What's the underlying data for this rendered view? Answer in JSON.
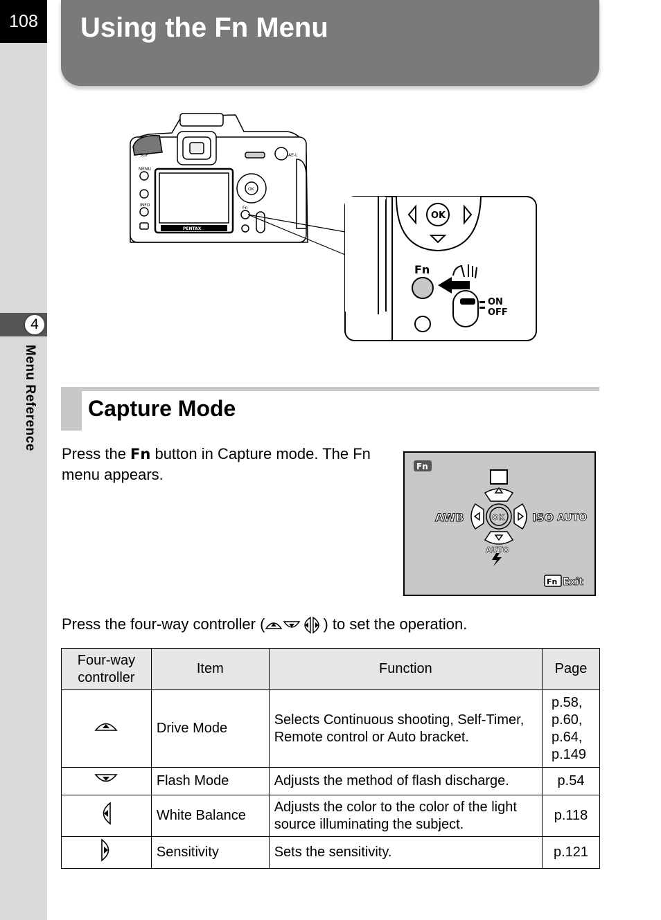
{
  "page_number": "108",
  "chapter": {
    "number": "4",
    "label": "Menu Reference"
  },
  "title": "Using the Fn Menu",
  "illustration": {
    "camera_labels": {
      "menu": "MENU",
      "info": "INFO",
      "fn_small": "Fn",
      "brand": "PENTAX",
      "sup": "SUP",
      "ael": "AE-L",
      "ok_small": "OK"
    },
    "zoom_labels": {
      "ok": "OK",
      "fn": "Fn",
      "on": "ON",
      "off": "OFF"
    }
  },
  "section_title": "Capture Mode",
  "intro": {
    "before": "Press the ",
    "button": "Fn",
    "after": " button in Capture mode. The Fn menu appears."
  },
  "screen": {
    "fn_badge": "Fn",
    "left_label": "AWB",
    "right_label_a": "ISO",
    "right_label_b": "AUTO",
    "ok": "OK",
    "flash_label": "AUTO",
    "exit_badge": "Fn",
    "exit_label": "Exit"
  },
  "instruction": {
    "before": "Press the four-way controller (",
    "after": ") to set the operation."
  },
  "table": {
    "headers": {
      "controller": "Four-way controller",
      "item": "Item",
      "function": "Function",
      "page": "Page"
    },
    "rows": [
      {
        "controller_icon": "up-arrow-icon",
        "item": "Drive Mode",
        "function": "Selects Continuous shooting, Self-Timer, Remote control or Auto bracket.",
        "page": "p.58, p.60, p.64, p.149"
      },
      {
        "controller_icon": "down-arrow-icon",
        "item": "Flash Mode",
        "function": "Adjusts the method of flash discharge.",
        "page": "p.54"
      },
      {
        "controller_icon": "left-arrow-icon",
        "item": "White Balance",
        "function": "Adjusts the color to the color of the light source illuminating the subject.",
        "page": "p.118"
      },
      {
        "controller_icon": "right-arrow-icon",
        "item": "Sensitivity",
        "function": "Sets the sensitivity.",
        "page": "p.121"
      }
    ]
  }
}
